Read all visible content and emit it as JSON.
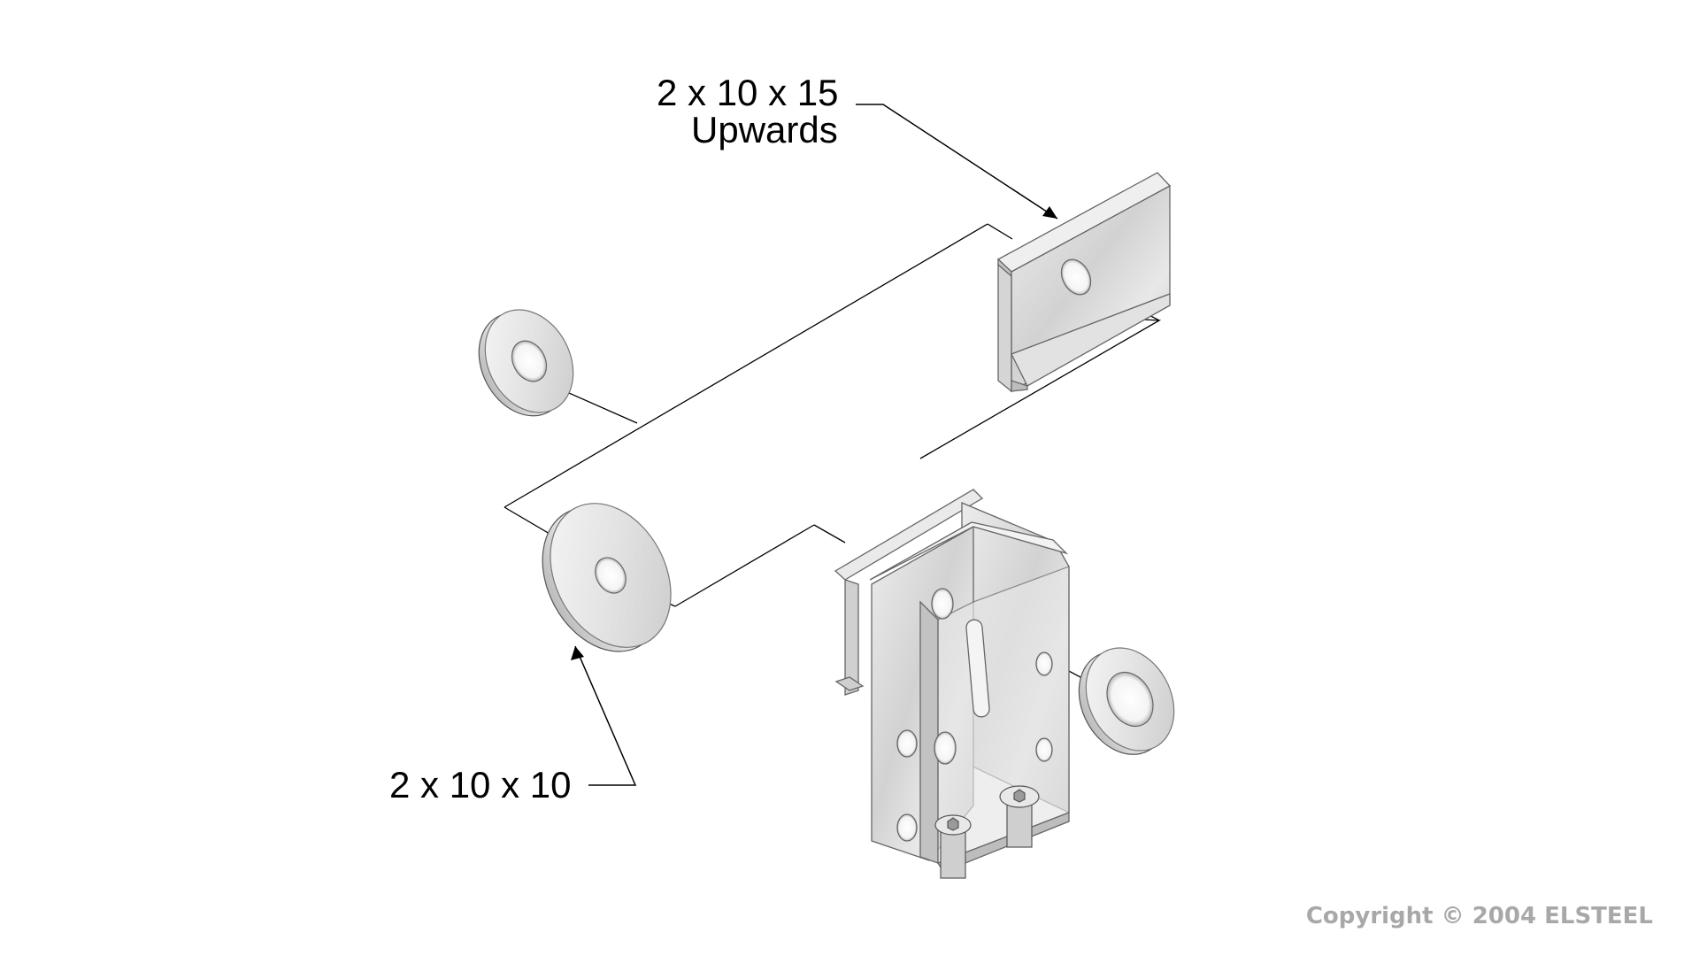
{
  "callouts": {
    "top_size": "2 x 10 x 15",
    "top_note": "Upwards",
    "bottom_size": "2 x 10 x 10"
  },
  "copyright": "Copyright © 2004 ELSTEEL",
  "colors": {
    "background": "#ffffff",
    "line": "#000000",
    "metal_light": "#f2f2f2",
    "metal_mid": "#d6d6d6",
    "metal_dark": "#a9a9a9",
    "copyright_text": "#a8a8a8"
  },
  "icons": [
    "flat-washer",
    "spacer-bracket",
    "mounting-bracket",
    "hex-socket-screw"
  ]
}
